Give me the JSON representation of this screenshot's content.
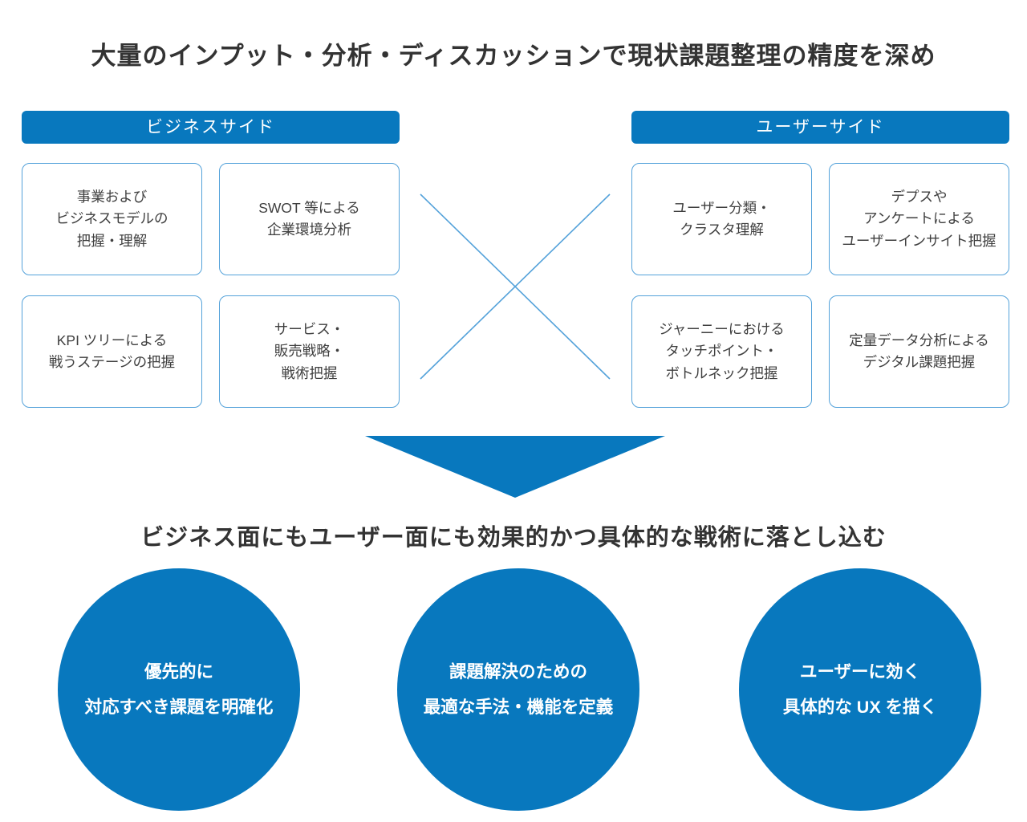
{
  "title": "大量のインプット・分析・ディスカッションで現状課題整理の精度を深め",
  "subtitle": "ビジネス面にもユーザー面にも効果的かつ具体的な戦術に落とし込む",
  "colors": {
    "primary_blue": "#0878be",
    "box_border_blue": "#54a2da",
    "text_dark": "#333333",
    "circle_text": "#ffffff"
  },
  "business_side": {
    "header": "ビジネスサイド",
    "boxes": [
      {
        "text": "事業および\nビジネスモデルの\n把握・理解"
      },
      {
        "text": "SWOT 等による\n企業環境分析"
      },
      {
        "text": "KPI ツリーによる\n戦うステージの把握"
      },
      {
        "text": "サービス・\n販売戦略・\n戦術把握"
      }
    ]
  },
  "user_side": {
    "header": "ユーザーサイド",
    "boxes": [
      {
        "text": "ユーザー分類・\nクラスタ理解"
      },
      {
        "text": "デプスや\nアンケートによる\nユーザーインサイト把握"
      },
      {
        "text": "ジャーニーにおける\nタッチポイント・\nボトルネック把握"
      },
      {
        "text": "定量データ分析による\nデジタル課題把握"
      }
    ]
  },
  "outcomes": [
    {
      "text": "優先的に\n対応すべき課題を明確化"
    },
    {
      "text": "課題解決のための\n最適な手法・機能を定義"
    },
    {
      "text": "ユーザーに効く\n具体的な UX を描く"
    }
  ]
}
